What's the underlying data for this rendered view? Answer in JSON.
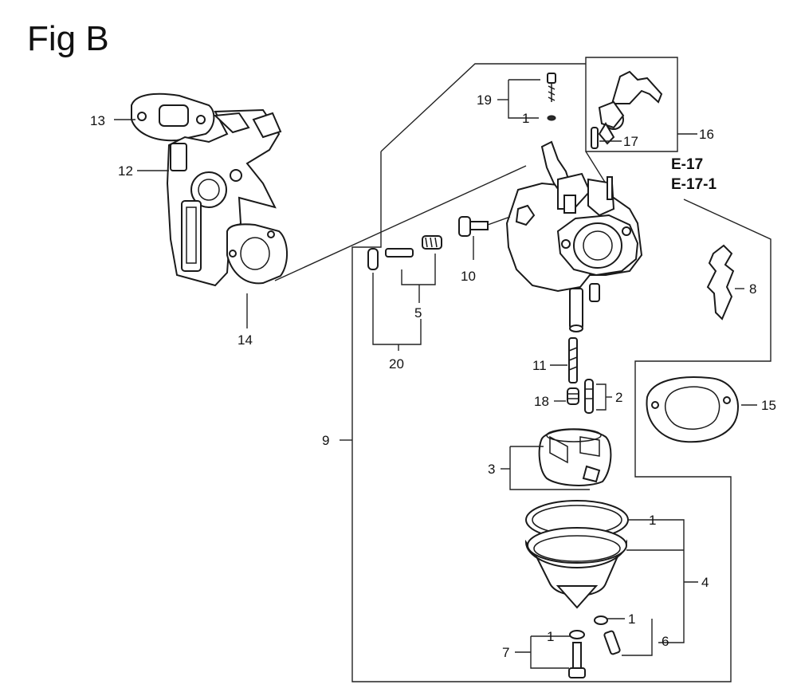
{
  "figure": {
    "title": "Fig B"
  },
  "references": [
    "E-17",
    "E-17-1"
  ],
  "callouts": {
    "p1_a": "1",
    "p1_b": "1",
    "p1_c": "1",
    "p1_d": "1",
    "p2": "2",
    "p3": "3",
    "p4": "4",
    "p5": "5",
    "p6": "6",
    "p7": "7",
    "p8": "8",
    "p9": "9",
    "p10": "10",
    "p11": "11",
    "p12": "12",
    "p13": "13",
    "p14": "14",
    "p15": "15",
    "p16": "16",
    "p17": "17",
    "p18": "18",
    "p19": "19",
    "p20": "20"
  }
}
